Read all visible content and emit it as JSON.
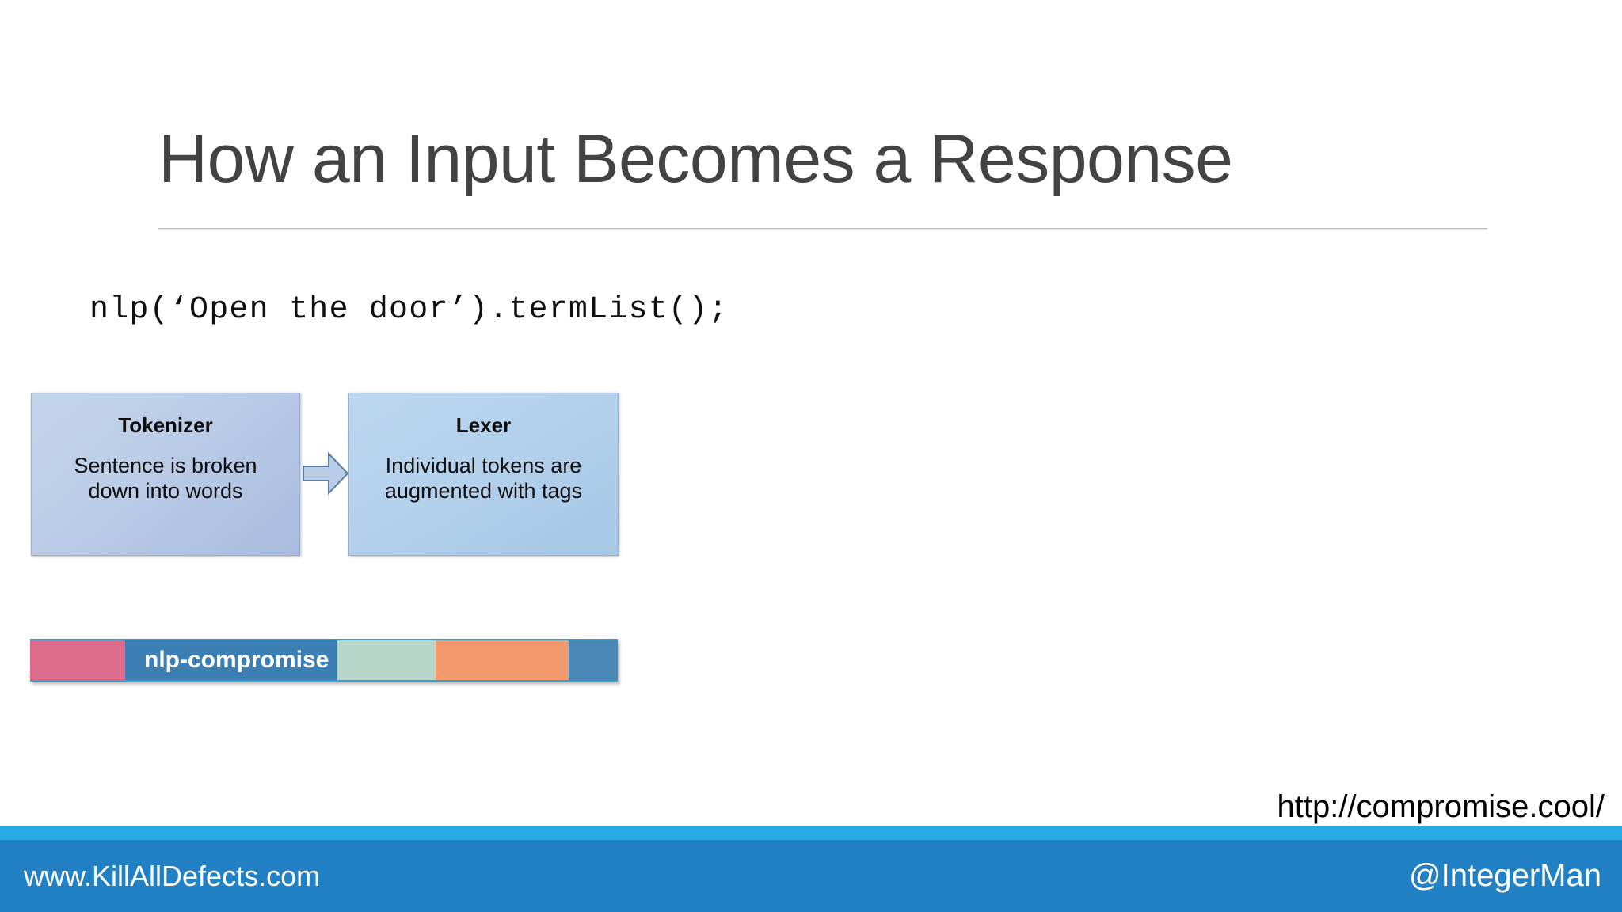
{
  "slide": {
    "title": "How an Input Becomes a Response",
    "code_sample": "nlp(‘Open the door’).termList();",
    "reference_url": "http://compromise.cool/"
  },
  "diagram": {
    "arrow_icon": "right-arrow-icon",
    "boxes": [
      {
        "id": "tokenizer",
        "title": "Tokenizer",
        "body_line1": "Sentence is broken",
        "body_line2": "down into words",
        "fill_color": "#bdcee8"
      },
      {
        "id": "lexer",
        "title": "Lexer",
        "body_line1": "Individual tokens are",
        "body_line2": "augmented with tags",
        "fill_color": "#b4d1ec"
      }
    ]
  },
  "nlp_bar": {
    "label": "nlp-compromise",
    "segments": [
      {
        "name": "pink",
        "color": "#dd6b8b"
      },
      {
        "name": "main",
        "color": "#3b7fb5"
      },
      {
        "name": "green",
        "color": "#b6d7c9"
      },
      {
        "name": "orange",
        "color": "#f2996e"
      },
      {
        "name": "blue",
        "color": "#4a87b7"
      }
    ]
  },
  "footer": {
    "website": "www.KillAllDefects.com",
    "handle": "@IntegerMan",
    "accent_color": "#27aae1",
    "bar_color": "#2281c4"
  }
}
